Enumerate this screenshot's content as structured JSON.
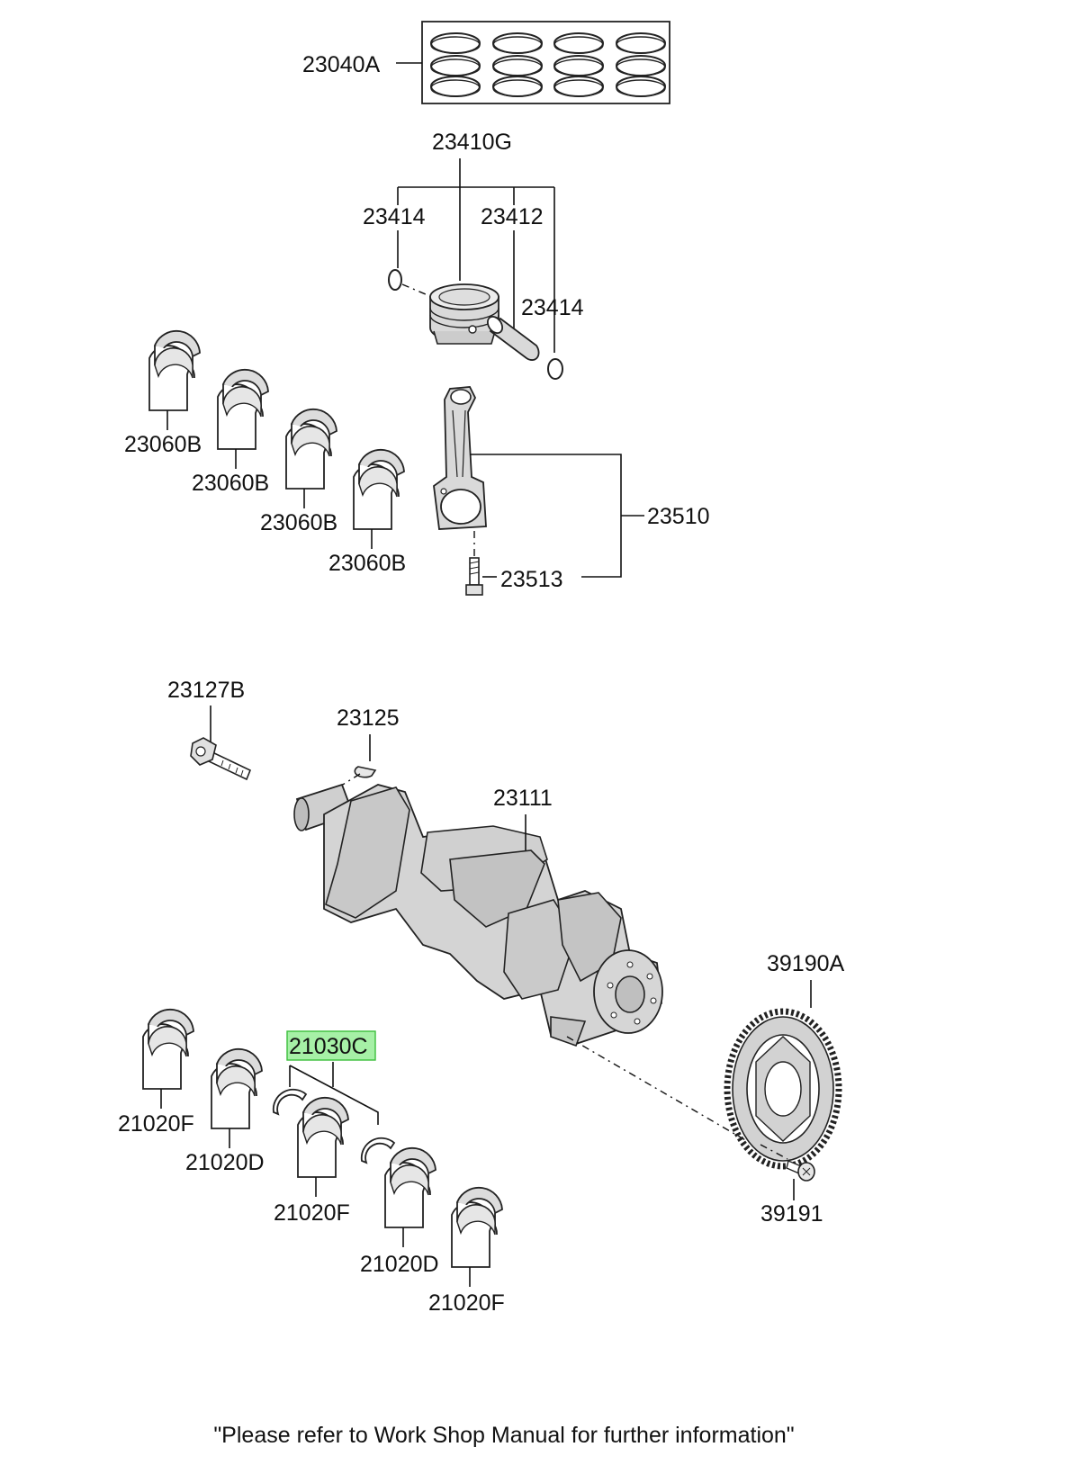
{
  "parts": {
    "p23040A": "23040A",
    "p23410G": "23410G",
    "p23414a": "23414",
    "p23412": "23412",
    "p23414b": "23414",
    "p23060B_1": "23060B",
    "p23060B_2": "23060B",
    "p23060B_3": "23060B",
    "p23060B_4": "23060B",
    "p23510": "23510",
    "p23513": "23513",
    "p23127B": "23127B",
    "p23125": "23125",
    "p23111": "23111",
    "p39190A": "39190A",
    "p21030C": "21030C",
    "p21020F_1": "21020F",
    "p21020D_1": "21020D",
    "p21020F_2": "21020F",
    "p21020D_2": "21020D",
    "p21020F_3": "21020F",
    "p39191": "39191"
  },
  "highlighted_part": "21030C",
  "colors": {
    "highlight_fill": "#a6f0a6",
    "highlight_border": "#3cbf3c",
    "part_fill": "#d9d9d9",
    "part_shade": "#b8b8b8",
    "line": "#111111"
  },
  "footer_note": "\"Please refer to Work Shop Manual for further information\""
}
